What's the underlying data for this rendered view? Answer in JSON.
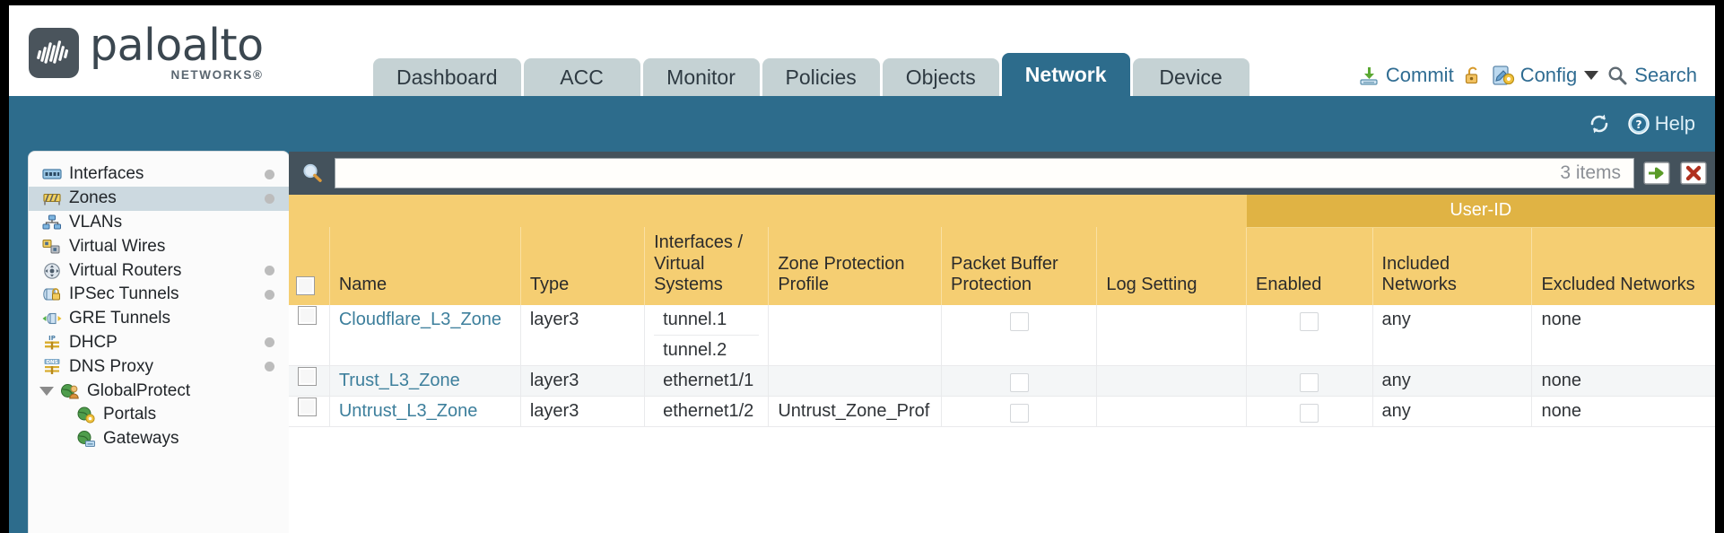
{
  "brand": {
    "name": "paloalto",
    "sub": "NETWORKS®"
  },
  "nav": {
    "tabs": [
      {
        "label": "Dashboard",
        "active": false
      },
      {
        "label": "ACC",
        "active": false
      },
      {
        "label": "Monitor",
        "active": false
      },
      {
        "label": "Policies",
        "active": false
      },
      {
        "label": "Objects",
        "active": false
      },
      {
        "label": "Network",
        "active": true
      },
      {
        "label": "Device",
        "active": false
      }
    ]
  },
  "utility": {
    "commit_label": "Commit",
    "config_label": "Config",
    "search_label": "Search",
    "lock_icon": "unlocked-padlock-icon"
  },
  "bluebar": {
    "refresh_icon": "refresh-icon",
    "help_label": "Help"
  },
  "sidebar": {
    "items": [
      {
        "label": "Interfaces",
        "icon": "interfaces-icon",
        "dot": true,
        "selected": false,
        "child": false,
        "expander": false
      },
      {
        "label": "Zones",
        "icon": "zones-icon",
        "dot": true,
        "selected": true,
        "child": false,
        "expander": false
      },
      {
        "label": "VLANs",
        "icon": "vlans-icon",
        "dot": false,
        "selected": false,
        "child": false,
        "expander": false
      },
      {
        "label": "Virtual Wires",
        "icon": "virtual-wires-icon",
        "dot": false,
        "selected": false,
        "child": false,
        "expander": false
      },
      {
        "label": "Virtual Routers",
        "icon": "virtual-routers-icon",
        "dot": true,
        "selected": false,
        "child": false,
        "expander": false
      },
      {
        "label": "IPSec Tunnels",
        "icon": "ipsec-tunnels-icon",
        "dot": true,
        "selected": false,
        "child": false,
        "expander": false
      },
      {
        "label": "GRE Tunnels",
        "icon": "gre-tunnels-icon",
        "dot": false,
        "selected": false,
        "child": false,
        "expander": false
      },
      {
        "label": "DHCP",
        "icon": "dhcp-icon",
        "dot": true,
        "selected": false,
        "child": false,
        "expander": false
      },
      {
        "label": "DNS Proxy",
        "icon": "dns-proxy-icon",
        "dot": true,
        "selected": false,
        "child": false,
        "expander": false
      },
      {
        "label": "GlobalProtect",
        "icon": "globalprotect-icon",
        "dot": false,
        "selected": false,
        "child": false,
        "expander": true
      },
      {
        "label": "Portals",
        "icon": "portals-icon",
        "dot": false,
        "selected": false,
        "child": true,
        "expander": false
      },
      {
        "label": "Gateways",
        "icon": "gateways-icon",
        "dot": false,
        "selected": false,
        "child": true,
        "expander": false
      }
    ]
  },
  "search": {
    "value": "",
    "placeholder": "",
    "item_count": "3 items",
    "apply_icon": "green-arrow-apply-icon",
    "clear_icon": "red-x-clear-icon"
  },
  "table": {
    "group_header": "User-ID",
    "columns": [
      "Name",
      "Type",
      "Interfaces / Virtual Systems",
      "Zone Protection Profile",
      "Packet Buffer Protection",
      "Log Setting",
      "Enabled",
      "Included Networks",
      "Excluded Networks"
    ],
    "rows": [
      {
        "name": "Cloudflare_L3_Zone",
        "type": "layer3",
        "interfaces": [
          "tunnel.1",
          "tunnel.2"
        ],
        "zone_protection_profile": "",
        "packet_buffer_protection": false,
        "log_setting": "",
        "userid_enabled": false,
        "included_networks": "any",
        "excluded_networks": "none"
      },
      {
        "name": "Trust_L3_Zone",
        "type": "layer3",
        "interfaces": [
          "ethernet1/1"
        ],
        "zone_protection_profile": "",
        "packet_buffer_protection": false,
        "log_setting": "",
        "userid_enabled": false,
        "included_networks": "any",
        "excluded_networks": "none"
      },
      {
        "name": "Untrust_L3_Zone",
        "type": "layer3",
        "interfaces": [
          "ethernet1/2"
        ],
        "zone_protection_profile": "Untrust_Zone_Prof",
        "packet_buffer_protection": false,
        "log_setting": "",
        "userid_enabled": false,
        "included_networks": "any",
        "excluded_networks": "none"
      }
    ]
  },
  "colors": {
    "brand_blue": "#2d6c8c",
    "tab_inactive": "#c5d2d4",
    "header_yellow": "#f5ce72",
    "group_yellow": "#e0b344",
    "link_blue": "#3d7f9c",
    "search_bar": "#44525c"
  }
}
